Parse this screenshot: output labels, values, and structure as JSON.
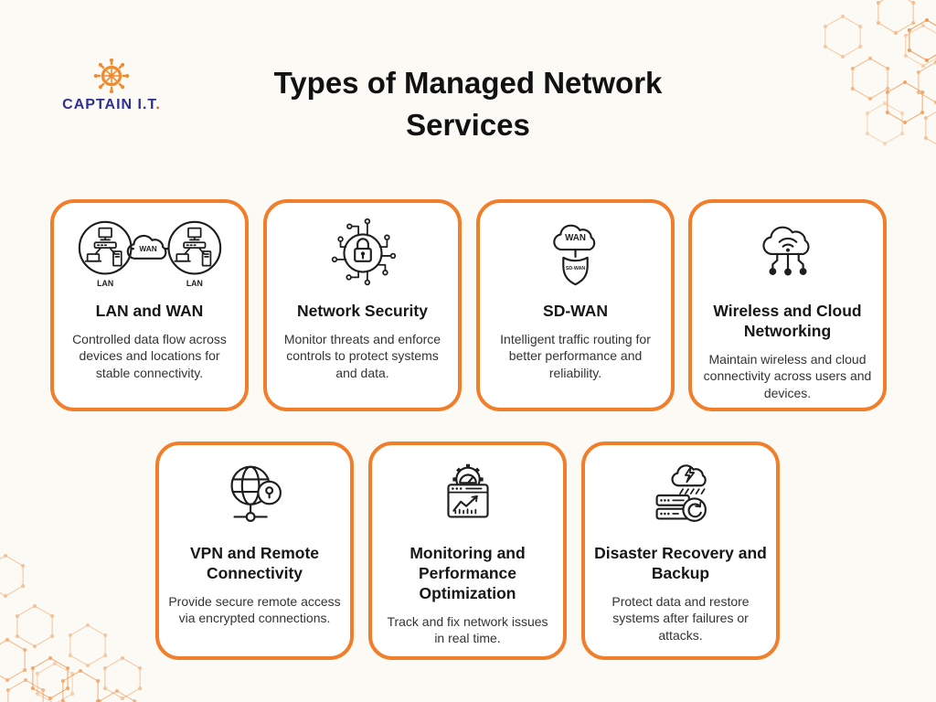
{
  "page": {
    "background_color": "#FCFAF5",
    "accent_color": "#F07E2B",
    "icon_stroke_color": "#1E1E1E"
  },
  "logo": {
    "brand": "CAPTAIN I.T",
    "brand_dot": ".",
    "icon": "ship-wheel-icon",
    "navy_color": "#2E3192",
    "orange_color": "#F28A2E"
  },
  "header": {
    "title": "Types of Managed Network Services"
  },
  "icon_labels": {
    "lan": "LAN",
    "wan": "WAN",
    "sd_wan": "SD-WAN"
  },
  "cards": [
    {
      "icon": "lan-wan-icon",
      "title": "LAN and WAN",
      "description": "Controlled data flow across devices and locations for stable connectivity."
    },
    {
      "icon": "network-security-icon",
      "title": "Network Security",
      "description": "Monitor threats and enforce controls to protect systems and data."
    },
    {
      "icon": "sd-wan-icon",
      "title": "SD-WAN",
      "description": "Intelligent traffic routing for better performance and reliability."
    },
    {
      "icon": "wireless-cloud-networking-icon",
      "title": "Wireless and Cloud Networking",
      "description": "Maintain wireless and cloud connectivity across users and devices."
    },
    {
      "icon": "vpn-remote-connectivity-icon",
      "title": "VPN and Remote Connectivity",
      "description": "Provide secure remote access via encrypted connections."
    },
    {
      "icon": "monitoring-performance-icon",
      "title": "Monitoring and Performance Optimization",
      "description": "Track and fix network issues in real time."
    },
    {
      "icon": "disaster-recovery-backup-icon",
      "title": "Disaster Recovery and Backup",
      "description": "Protect data and restore systems after failures or attacks."
    }
  ]
}
